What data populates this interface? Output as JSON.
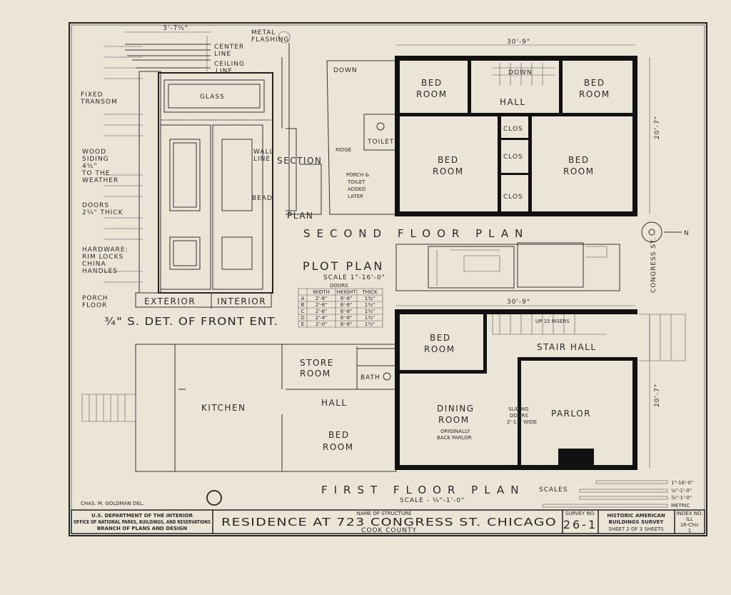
{
  "detail": {
    "width_dim": "3'-7½\"",
    "center_line": [
      "CENTER",
      "LINE"
    ],
    "ceiling_line": [
      "CEILING",
      "LINE"
    ],
    "metal_flashing": [
      "METAL",
      "FLASHING"
    ],
    "fixed_transom": [
      "FIXED",
      "TRANSOM"
    ],
    "glass": "GLASS",
    "wood_siding": [
      "WOOD",
      "SIDING",
      "4½\"",
      "TO THE",
      "WEATHER"
    ],
    "doors_thick": [
      "DOORS",
      "2¼\" THICK"
    ],
    "hardware": [
      "HARDWARE:",
      "RIM LOCKS",
      "CHINA",
      "HANDLES"
    ],
    "porch_floor": [
      "PORCH",
      "FLOOR"
    ],
    "wall_line": [
      "WALL",
      "LINE"
    ],
    "bead": "BEAD",
    "section": "SECTION",
    "plan": "PLAN",
    "exterior": "EXTERIOR",
    "interior": "INTERIOR",
    "caption": "¾\" S. DET. OF FRONT ENT."
  },
  "second_floor": {
    "bed_room": "BED",
    "room": "ROOM",
    "hall": "HALL",
    "down": "DOWN",
    "clos": "CLOS",
    "toilet": "TOILET",
    "ridge": "RIDGE",
    "porch_note": [
      "PORCH &",
      "TOILET",
      "ADDED",
      "LATER"
    ],
    "width_dim": "30'-9\"",
    "depth_dim": "20'-7\"",
    "title": "SECOND FLOOR PLAN"
  },
  "plot_plan": {
    "title": "PLOT PLAN",
    "scale": "SCALE 1\"-16'-0\"",
    "street": "CONGRESS ST.",
    "north": "N"
  },
  "doors_table": {
    "title": "DOORS",
    "headers": [
      "",
      "WIDTH",
      "HEIGHT",
      "THICK"
    ],
    "rows": [
      [
        "A",
        "2'-8\"",
        "6'-8\"",
        "1¾\""
      ],
      [
        "B",
        "2'-8\"",
        "6'-8\"",
        "1⅜\""
      ],
      [
        "C",
        "2'-6\"",
        "6'-8\"",
        "1⅜\""
      ],
      [
        "D",
        "2'-4\"",
        "6'-8\"",
        "1⅜\""
      ],
      [
        "E",
        "2'-0\"",
        "6'-8\"",
        "1⅜\""
      ]
    ]
  },
  "first_floor": {
    "bed": "BED",
    "room": "ROOM",
    "stair_hall": "STAIR HALL",
    "up_risers": "UP 15 RISERS",
    "store": "STORE",
    "bath": "BATH",
    "hall": "HALL",
    "kitchen": "KITCHEN",
    "dining": "DINING",
    "originally": "ORIGINALLY",
    "back_parlor": "BACK PARLOR",
    "sliding": [
      "SLIDING",
      "DOORS",
      "2'-11\" WIDE"
    ],
    "parlor": "PARLOR",
    "width_dim": "30'-9\"",
    "depth_dim": "20'-7\"",
    "title": "FIRST FLOOR PLAN",
    "scale": "SCALE - ¼\"-1'-0\""
  },
  "scales": {
    "label": "SCALES",
    "items": [
      "1\"-16'-0\"",
      "¼\"-1'-0\"",
      "¾\"-1'-0\"",
      "METRIC"
    ]
  },
  "delineator": "CHAS. M. GOLDMAN  DEL.",
  "title_block": {
    "agency": [
      "U.S. DEPARTMENT OF THE INTERIOR",
      "OFFICE OF NATIONAL PARKS, BUILDINGS, AND RESERVATIONS",
      "BRANCH OF PLANS AND DESIGN"
    ],
    "name_label": "NAME OF STRUCTURE",
    "name": "RESIDENCE  AT  723  CONGRESS  ST.  CHICAGO",
    "county": "COOK COUNTY",
    "survey_label": "SURVEY NO.",
    "survey_no": "26-1",
    "habs": [
      "HISTORIC AMERICAN",
      "BUILDINGS SURVEY"
    ],
    "sheet": "SHEET 2 OF 3 SHEETS",
    "index_label": "INDEX NO.",
    "index": [
      "ILL",
      "16-Chic",
      "1"
    ]
  }
}
